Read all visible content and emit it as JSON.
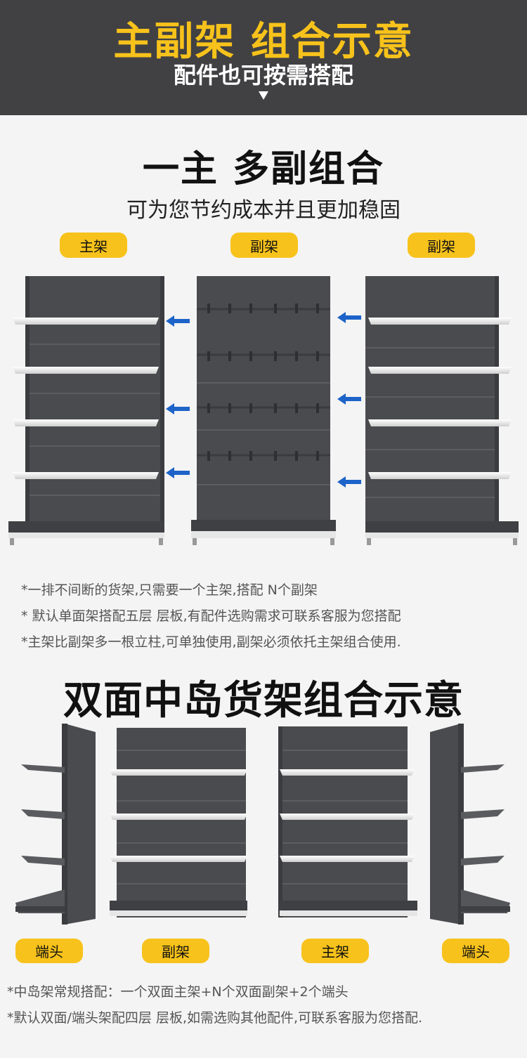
{
  "header": {
    "title": "主副架 组合示意",
    "subtitle": "配件也可按需搭配"
  },
  "section1": {
    "title": "一主 多副组合",
    "subtitle": "可为您节约成本并且更加稳固",
    "labels": [
      "主架",
      "副架",
      "副架"
    ],
    "notes": [
      "*一排不间断的货架,只需要一个主架,搭配 N个副架",
      "* 默认单面架搭配五层 层板,有配件选购需求可联系客服为您搭配",
      "*主架比副架多一根立柱,可单独使用,副架必须依托主架组合使用."
    ]
  },
  "section2": {
    "title": "双面中岛货架组合示意",
    "labels": [
      "端头",
      "副架",
      "主架",
      "端头"
    ],
    "notes": [
      "*中岛架常规搭配：一个双面主架+N个双面副架+2个端头",
      "*默认双面/端头架配四层 层板,如需选购其他配件,可联系客服为您搭配."
    ]
  },
  "colors": {
    "header_bg": "#414143",
    "accent_yellow": "#f7c21b",
    "shelf_dark": "#4a4b4f",
    "arrow_blue": "#1d63c9"
  }
}
